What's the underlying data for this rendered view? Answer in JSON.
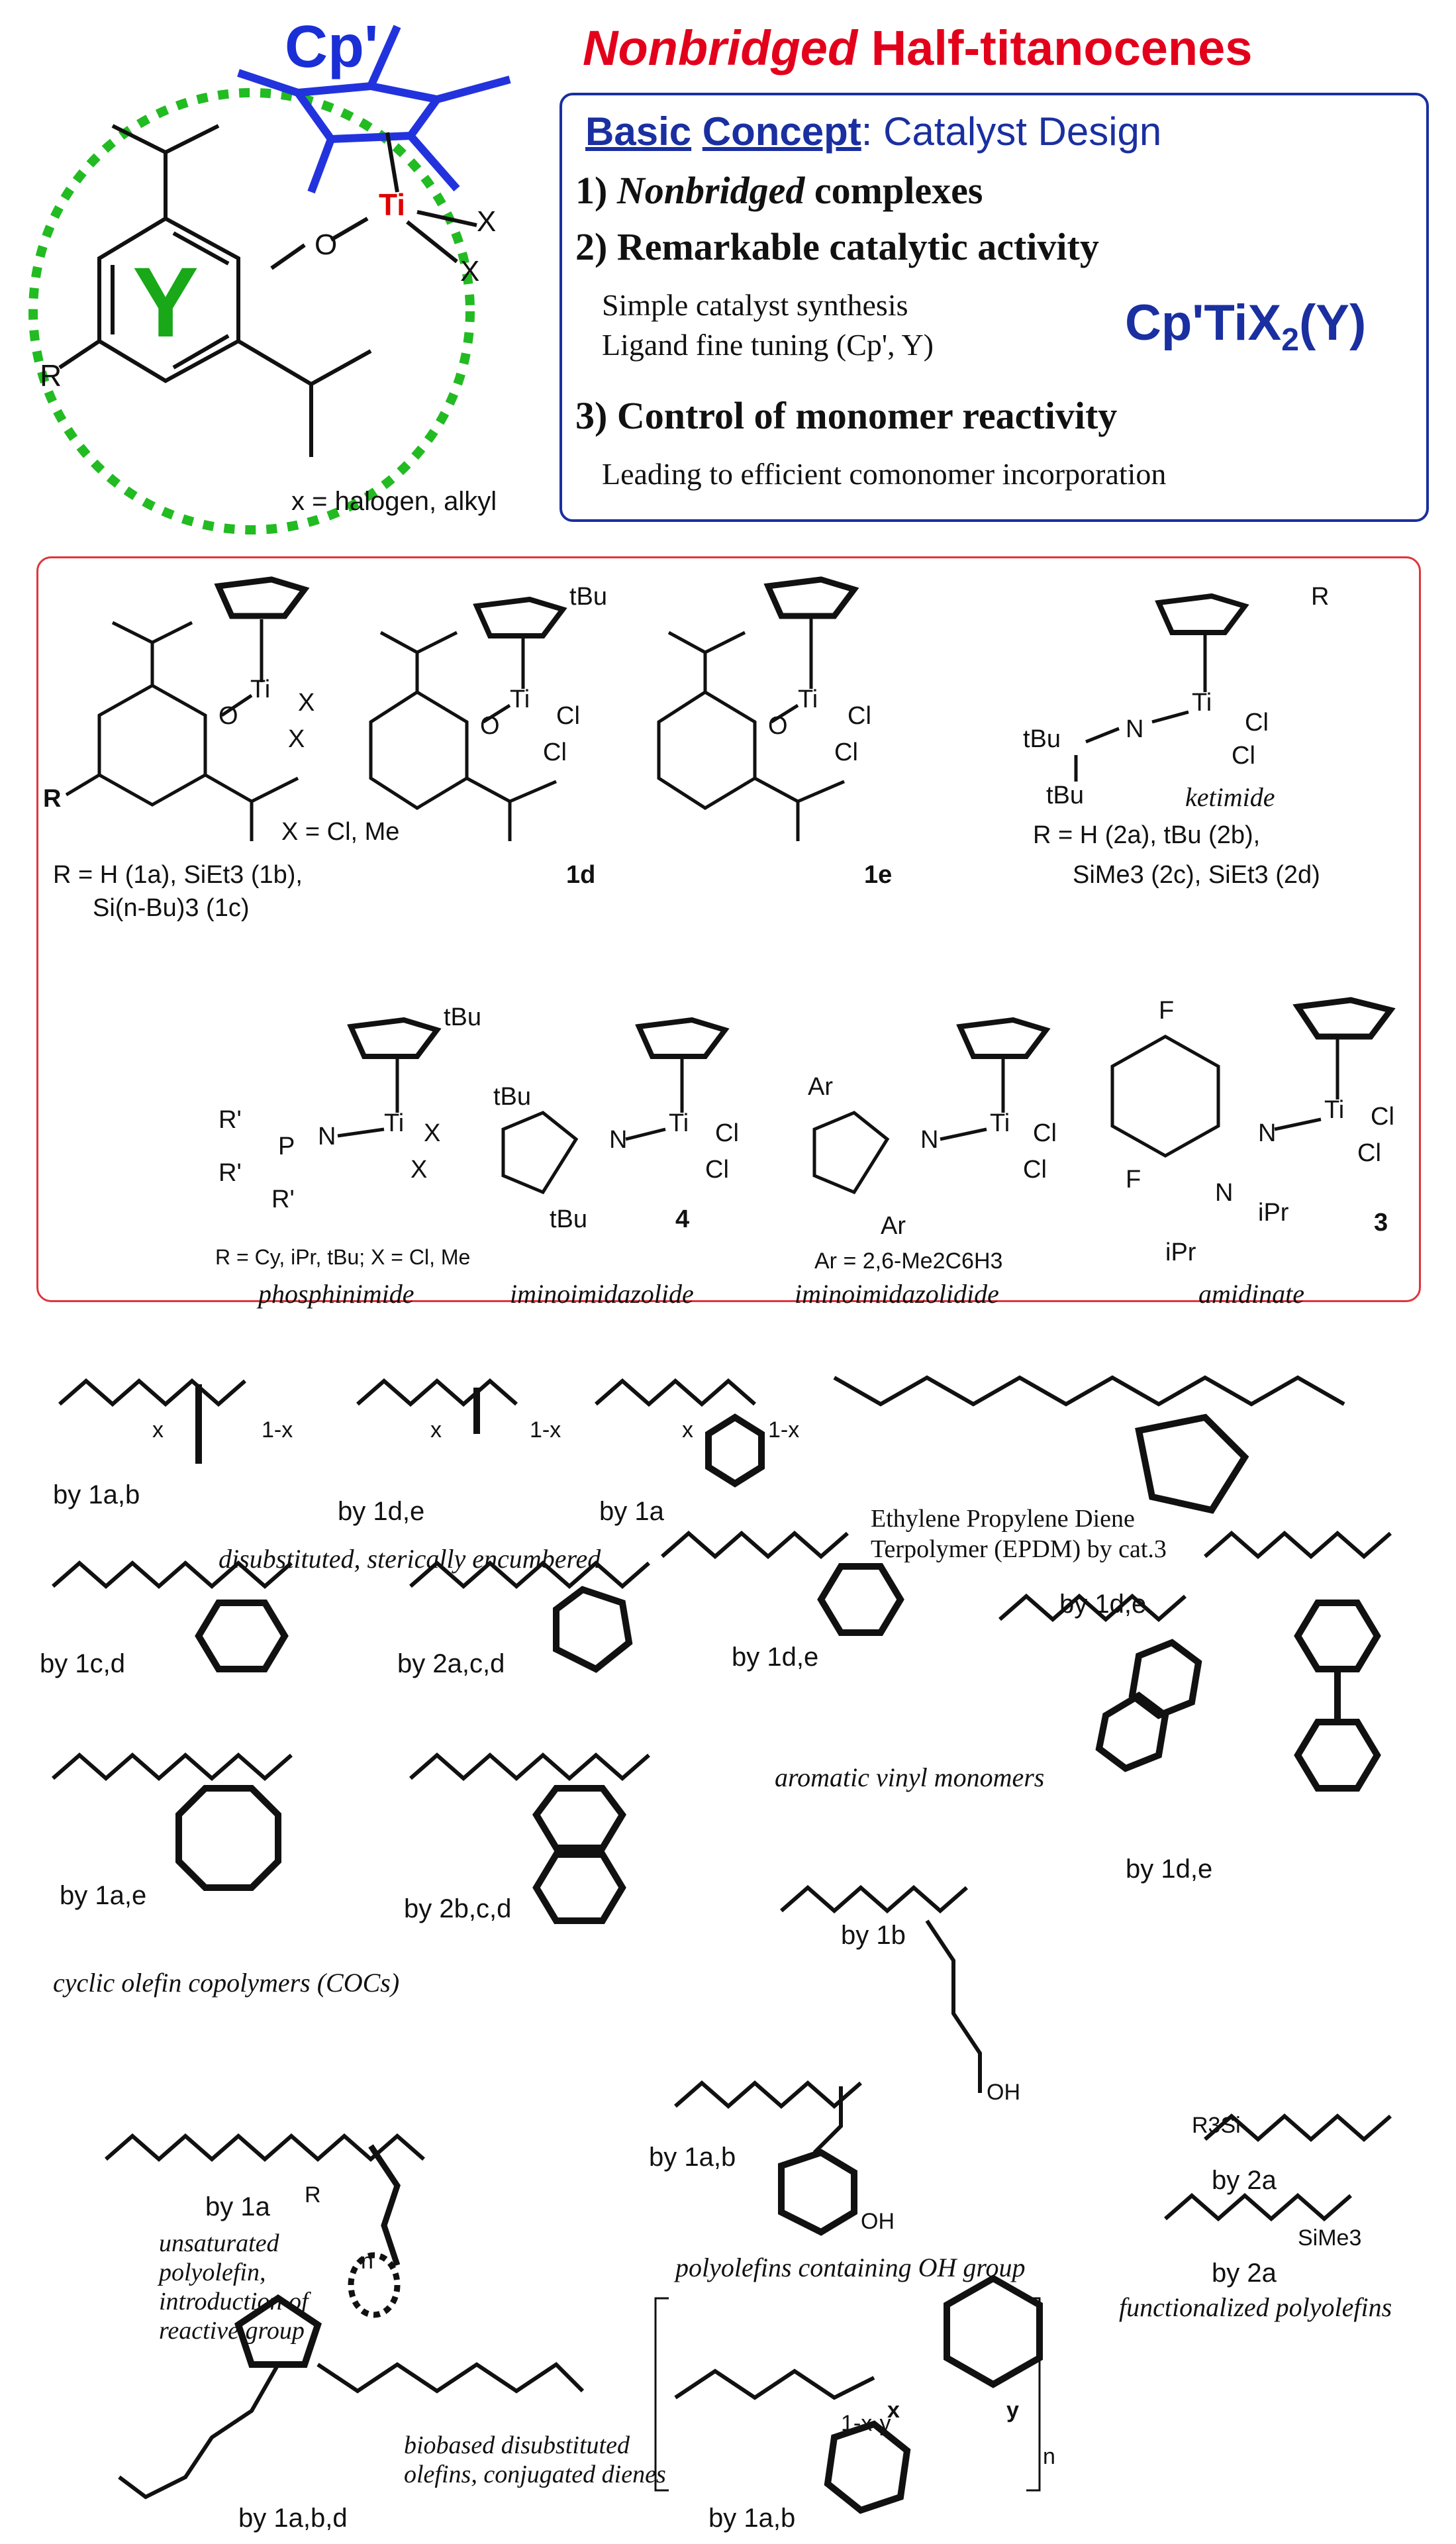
{
  "header": {
    "title_italic": "Nonbridged",
    "title_rest": "Half-titanocenes",
    "cp_label": "Cp'",
    "y_label": "Y",
    "ti_label": "Ti",
    "o_label": "O",
    "x_label": "X",
    "r_label": "R",
    "x_def": "x = halogen, alkyl"
  },
  "concept": {
    "basic": "Basic",
    "concept": "Concept",
    "tail": ": Catalyst Design",
    "item1_num": "1)",
    "item1_italic": "Nonbridged",
    "item1_rest": "complexes",
    "item2": "2) Remarkable catalytic activity",
    "sub2a": "Simple catalyst synthesis",
    "sub2b": "Ligand fine tuning (Cp', Y)",
    "formula_pre": "Cp'TiX",
    "formula_sub": "2",
    "formula_post": "(Y)",
    "item3": "3) Control of monomer reactivity",
    "sub3": "Leading to efficient comonomer incorporation"
  },
  "catalysts": {
    "c1_x": "X = Cl, Me",
    "c1_r_line1": "R = H (1a), SiEt3 (1b),",
    "c1_r_line2": "Si(n-Bu)3 (1c)",
    "c1d": "1d",
    "c1e": "1e",
    "c2_ketimide": "ketimide",
    "c2_r_line1": "R = H (2a), tBu (2b),",
    "c2_r_line2": "SiMe3 (2c), SiEt3 (2d)",
    "phos_r": "R = Cy, iPr, tBu; X = Cl, Me",
    "phos_name": "phosphinimide",
    "c4": "4",
    "imino_name": "iminoimidazolide",
    "ar_def": "Ar = 2,6-Me2C6H3",
    "imino2_name": "iminoimidazolidide",
    "c3": "3",
    "amid_name": "amidinate",
    "atoms": {
      "tbu": "tBu",
      "ti": "Ti",
      "cl": "Cl",
      "o": "O",
      "n": "N",
      "p": "P",
      "f": "F",
      "ar": "Ar",
      "r": "R",
      "rp": "R'",
      "ipr": "iPr",
      "x": "X"
    }
  },
  "polymers": {
    "p1": "by 1a,b",
    "p2": "by 1d,e",
    "p3": "by 1a",
    "epdm": "Ethylene Propylene Diene Terpolymer (EPDM) by cat.3",
    "cap_disub": "disubstituted, sterically encumbered",
    "p4": "by 1c,d",
    "p5": "by 2a,c,d",
    "p6": "by 1d,e",
    "p7": "by 1d,e",
    "cap_arom": "aromatic vinyl monomers",
    "p8": "by 1a,e",
    "p9": "by 2b,c,d",
    "p10": "by 1d,e",
    "p11": "by 1b",
    "cap_coc": "cyclic olefin copolymers (COCs)",
    "p12": "by 1a",
    "cap_unsat": "unsaturated polyolefin, introduction of reactive group",
    "p13": "by 1a,b",
    "cap_oh": "polyolefins containing OH group",
    "p14": "by 2a",
    "p15": "by 2a",
    "cap_func": "functionalized polyolefins",
    "p16": "by 1a,b,d",
    "cap_bio": "biobased disubstituted olefins, conjugated dienes",
    "p17": "by 1a,b",
    "sub_labels": {
      "x": "x",
      "one_x": "1-x",
      "y": "y",
      "one_xy": "1-x-y",
      "n": "n",
      "oh": "OH",
      "r3si": "R3Si",
      "sime3": "SiMe3",
      "r": "R"
    }
  }
}
